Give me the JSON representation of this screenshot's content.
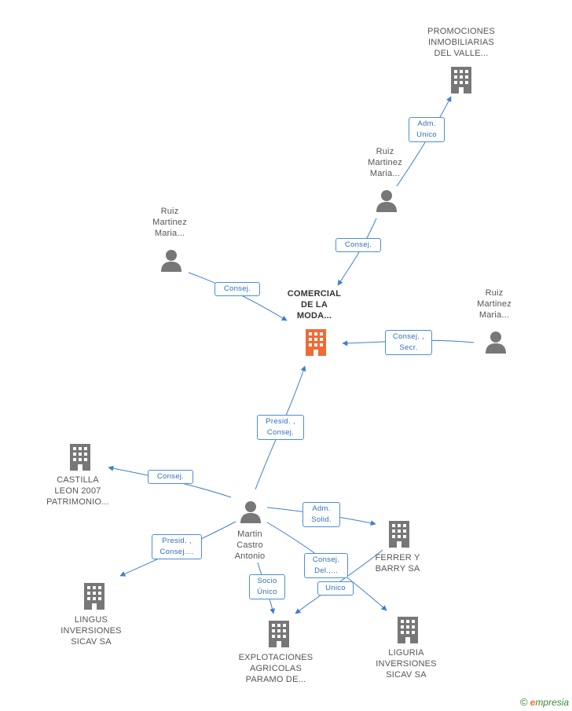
{
  "nodes": {
    "center": {
      "label": "COMERCIAL\nDE LA\nMODA...",
      "type": "company",
      "color": "#f06a36"
    },
    "promociones": {
      "label": "PROMOCIONES\nINMOBILIARIAS\nDEL VALLE...",
      "type": "company"
    },
    "ruiz_top": {
      "label": "Ruiz\nMartinez\nMaria...",
      "type": "person"
    },
    "ruiz_left": {
      "label": "Ruiz\nMartinez\nMaria...",
      "type": "person"
    },
    "ruiz_right": {
      "label": "Ruiz\nMartinez\nMaria...",
      "type": "person"
    },
    "martin": {
      "label": "Martin\nCastro\nAntonio",
      "type": "person"
    },
    "castilla": {
      "label": "CASTILLA\nLEON 2007\nPATRIMONIO...",
      "type": "company"
    },
    "ferrer": {
      "label": "FERRER Y\nBARRY SA",
      "type": "company"
    },
    "lingus": {
      "label": "LINGUS\nINVERSIONES\nSICAV SA",
      "type": "company"
    },
    "explotaciones": {
      "label": "EXPLOTACIONES\nAGRICOLAS\nPARAMO DE...",
      "type": "company"
    },
    "liguria": {
      "label": "LIGURIA\nINVERSIONES\nSICAV SA",
      "type": "company"
    }
  },
  "relations": {
    "adm_unico": "Adm.\nUnico",
    "consej_top": "Consej.",
    "consej_left": "Consej.",
    "consej_secr": "Consej. ,\nSecr.",
    "presid_consej": "Presid. ,\nConsej.",
    "consej_castilla": "Consej.",
    "adm_solid": "Adm.\nSolid.",
    "presid_consej_lingus": "Presid. ,\nConsej....",
    "socio_unico": "Socio\nÚnico",
    "consej_del": "Consej.\nDel.,...",
    "unico": "Unico"
  },
  "colors": {
    "edge": "#3d7fd0",
    "icon": "#777777",
    "focus_icon": "#f06a36"
  },
  "icons": {
    "company": "building-icon",
    "person": "person-icon"
  },
  "brand": {
    "copyright": "©",
    "name_initial": "e",
    "name_rest": "mpresia"
  }
}
